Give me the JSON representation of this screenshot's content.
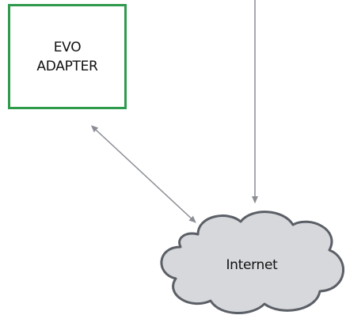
{
  "adapter": {
    "line1": "EVO",
    "line2": "ADAPTER",
    "border_color": "#2e9a4c"
  },
  "cloud": {
    "label": "Internet",
    "fill_color": "#d6d8dc",
    "stroke_color": "#5b5f66"
  },
  "connectors": {
    "color": "#8a8e94",
    "items": [
      {
        "from": "top-offscreen",
        "to": "cloud",
        "type": "arrow"
      },
      {
        "from": "adapter",
        "to": "cloud",
        "type": "double-arrow"
      }
    ]
  }
}
